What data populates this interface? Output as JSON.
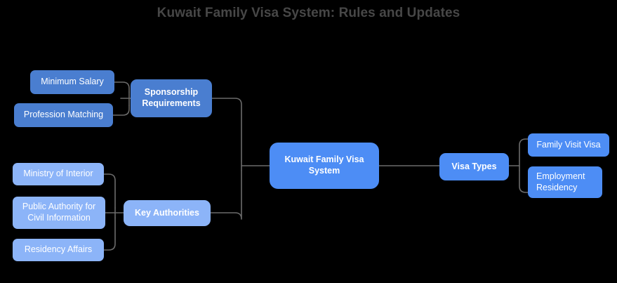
{
  "title": "Kuwait Family Visa System: Rules and Updates",
  "background_color": "#000000",
  "title_color": "#474747",
  "connector_color": "#6b6b6b",
  "palette": {
    "root": "#4d8df5",
    "branch_dark_blue": "#4a7ed0",
    "branch_light_blue": "#8cb4f8",
    "branch_bright_blue": "#4d8df5",
    "text": "#ffffff"
  },
  "chart_data": {
    "type": "diagram",
    "diagram_type": "mindmap",
    "title": "Kuwait Family Visa System: Rules and Updates",
    "root": "Kuwait Family Visa System",
    "branches": [
      {
        "label": "Sponsorship Requirements",
        "side": "left",
        "children": [
          "Minimum Salary",
          "Profession Matching"
        ]
      },
      {
        "label": "Key Authorities",
        "side": "left",
        "children": [
          "Ministry of Interior",
          "Public Authority for Civil Information",
          "Residency Affairs"
        ]
      },
      {
        "label": "Visa Types",
        "side": "right",
        "children": [
          "Family Visit Visa",
          "Employment Residency"
        ]
      }
    ]
  },
  "nodes": {
    "root": {
      "label": "Kuwait Family Visa System"
    },
    "sponsorship": {
      "label": "Sponsorship Requirements"
    },
    "minimum_salary": {
      "label": "Minimum Salary"
    },
    "profession_matching": {
      "label": "Profession Matching"
    },
    "key_authorities": {
      "label": "Key Authorities"
    },
    "ministry_of_interior": {
      "label": "Ministry of Interior"
    },
    "public_authority": {
      "label": "Public Authority for Civil Information"
    },
    "residency_affairs": {
      "label": "Residency Affairs"
    },
    "visa_types": {
      "label": "Visa Types"
    },
    "family_visit_visa": {
      "label": "Family Visit Visa"
    },
    "employment_residency": {
      "label": "Employment Residency"
    }
  }
}
